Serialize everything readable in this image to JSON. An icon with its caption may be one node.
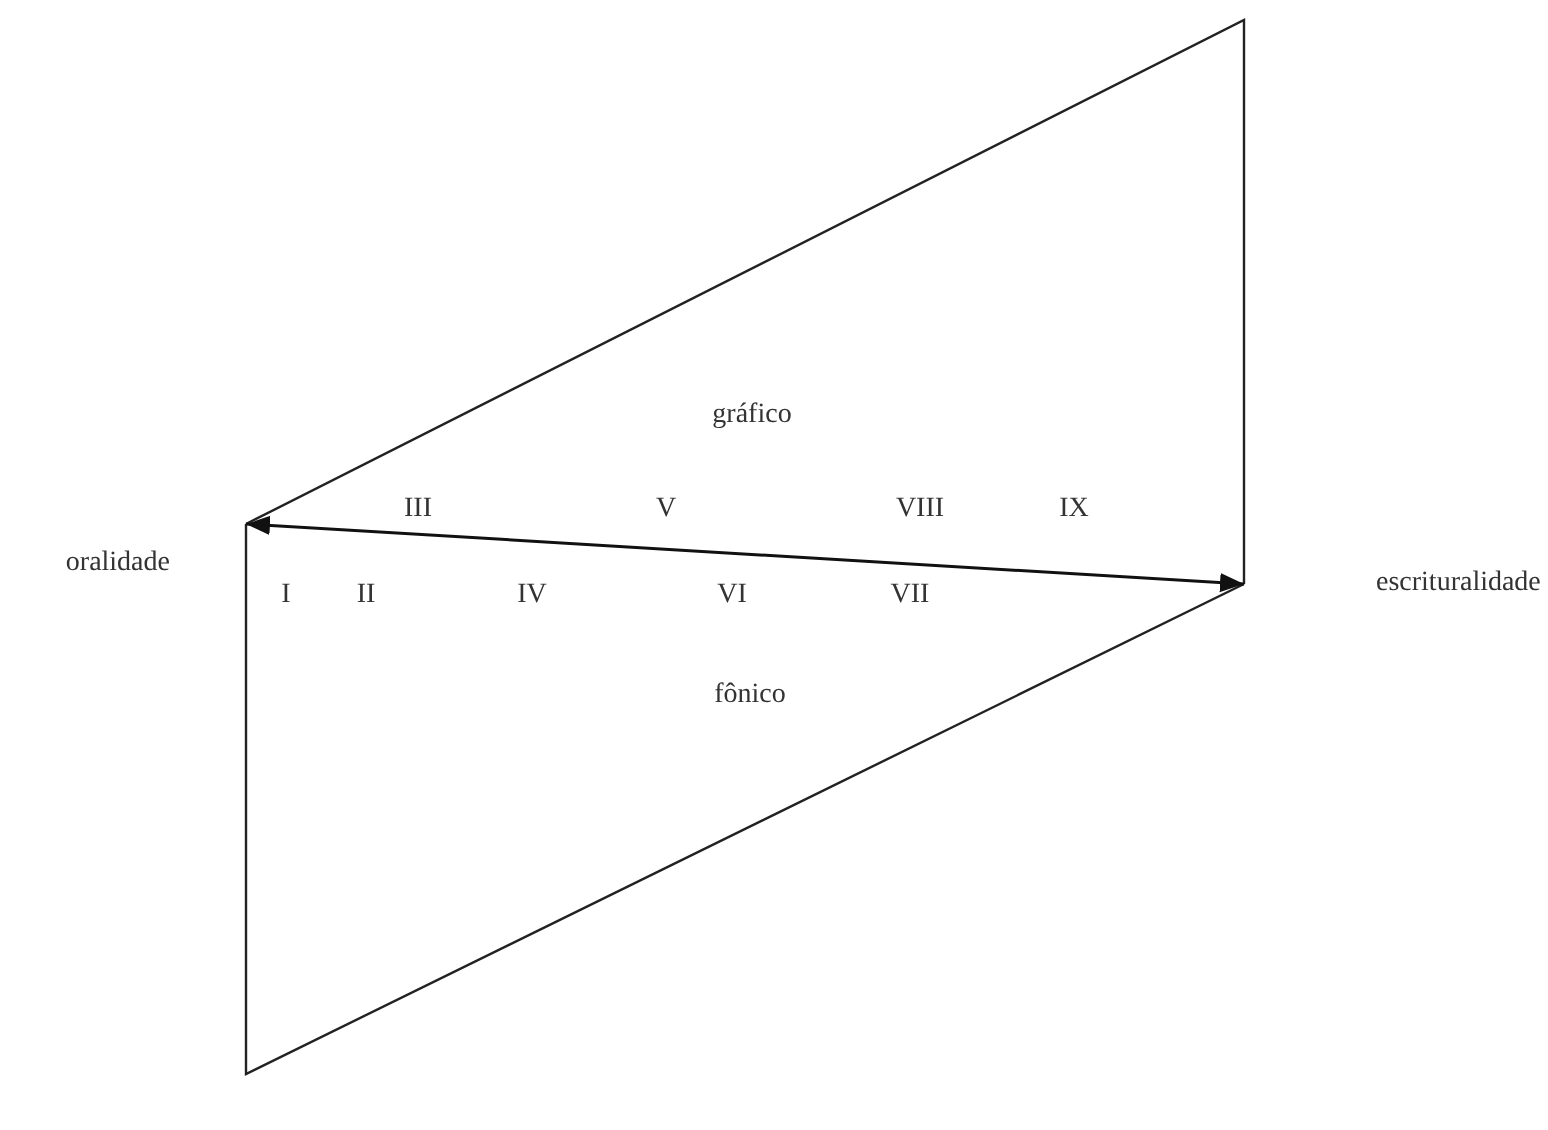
{
  "diagram": {
    "nodes": [
      {
        "text": [
          "oralidade"
        ]
      },
      {
        "text": [
          "escrituralidade"
        ]
      }
    ],
    "edges": [
      {
        "from": 0,
        "to": 1,
        "arrow": "both"
      }
    ],
    "labels": [
      "gráfico",
      "III",
      "V",
      "VIII",
      "IX",
      "I",
      "II",
      "IV",
      "VI",
      "VII",
      "fônico"
    ]
  }
}
